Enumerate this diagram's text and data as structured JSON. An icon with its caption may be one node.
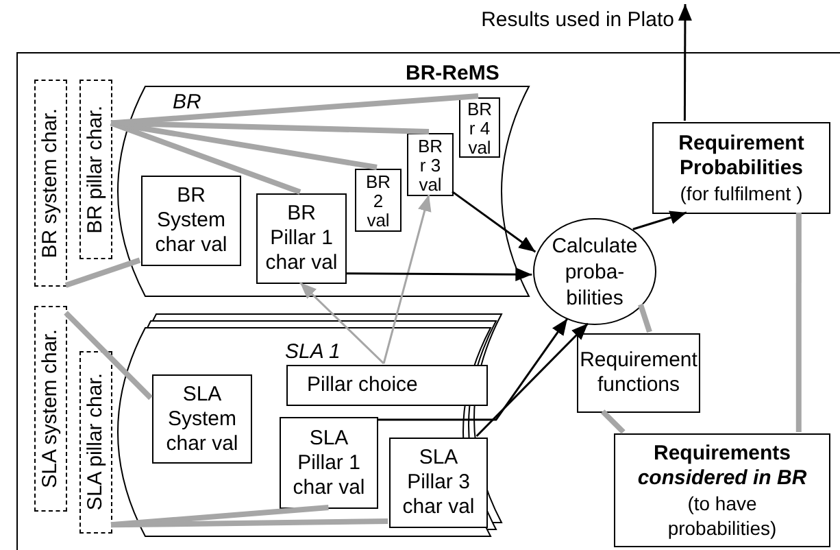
{
  "diagram": {
    "nodes": [
      {
        "text": [
          "BR-ReMS"
        ]
      },
      {
        "text": [
          "BR system char."
        ],
        "in": 0
      },
      {
        "text": [
          "BR pillar char."
        ],
        "in": 0
      },
      {
        "text": [
          "BR"
        ],
        "in": 0
      },
      {
        "text": [
          "BR System char val"
        ],
        "in": 3
      },
      {
        "text": [
          "BR Pillar 1 char val"
        ],
        "in": 3
      },
      {
        "text": [
          "BR",
          "2",
          "val"
        ],
        "in": 3
      },
      {
        "text": [
          "BR",
          "r 3",
          "val"
        ],
        "in": 3
      },
      {
        "text": [
          "BR",
          "r 4",
          "val"
        ],
        "in": 3
      },
      {
        "text": [
          "Requirement Probabilities",
          "(for fulfilment )"
        ],
        "in": 0
      },
      {
        "text": [
          "Calculate proba- bilities"
        ],
        "in": 0
      },
      {
        "text": [
          "SLA system char."
        ],
        "in": 0
      },
      {
        "text": [
          "SLA pillar char."
        ],
        "in": 0
      },
      {
        "text": [
          "SLA 1"
        ],
        "in": 0
      },
      {
        "text": [
          "SLA System char val"
        ],
        "in": 13
      },
      {
        "text": [
          "Pillar choice"
        ],
        "in": 13
      },
      {
        "text": [
          "SLA Pillar 1 char val"
        ],
        "in": 13
      },
      {
        "text": [
          "SLA Pillar 3 char val"
        ],
        "in": 13
      },
      {
        "text": [
          "Requirement functions"
        ],
        "in": 0
      },
      {
        "text": [
          "Requirements *considered in BR*",
          "(to have probabilities)"
        ],
        "in": 0
      }
    ],
    "edges": [
      {
        "from": 9,
        "to": null,
        "arrow": "to",
        "label": "Results used in Plato",
        "color": "#000000"
      },
      {
        "from": 2,
        "to": 5,
        "arrow": "none"
      },
      {
        "from": 2,
        "to": 6,
        "arrow": "none"
      },
      {
        "from": 2,
        "to": 7,
        "arrow": "none"
      },
      {
        "from": 2,
        "to": 8,
        "arrow": "none"
      },
      {
        "from": 1,
        "to": 4,
        "arrow": "none"
      },
      {
        "from": 11,
        "to": 14,
        "arrow": "none"
      },
      {
        "from": 12,
        "to": 16,
        "arrow": "none"
      },
      {
        "from": 12,
        "to": 17,
        "arrow": "none"
      },
      {
        "from": 15,
        "to": 5,
        "arrow": "to",
        "color": "#a6a6a6"
      },
      {
        "from": 15,
        "to": 7,
        "arrow": "to",
        "color": "#a6a6a6"
      },
      {
        "from": 5,
        "to": 10,
        "arrow": "to",
        "color": "#000000"
      },
      {
        "from": 7,
        "to": 10,
        "arrow": "to",
        "color": "#000000"
      },
      {
        "from": 16,
        "to": 10,
        "arrow": "to",
        "color": "#000000"
      },
      {
        "from": 17,
        "to": 10,
        "arrow": "to",
        "color": "#000000"
      },
      {
        "from": 10,
        "to": 9,
        "arrow": "to",
        "color": "#000000"
      },
      {
        "from": 10,
        "to": 18,
        "arrow": "none"
      },
      {
        "from": 18,
        "to": 19,
        "arrow": "none"
      },
      {
        "from": 19,
        "to": 9,
        "arrow": "none"
      }
    ]
  }
}
